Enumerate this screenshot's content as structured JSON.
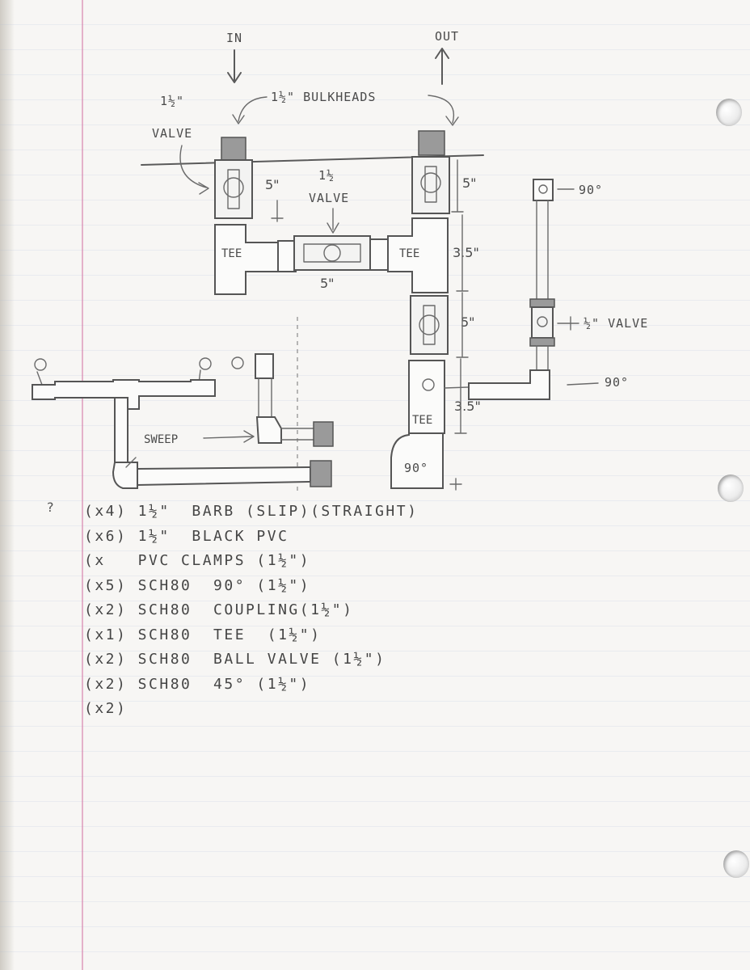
{
  "labels": {
    "in": "IN",
    "out": "OUT",
    "bulkheads": "1½\" BULKHEADS",
    "valve_left": "1½\"\nVALVE",
    "valve_center": "1½\nVALVE",
    "tee_left": "TEE",
    "tee_right": "TEE",
    "tee_lower": "TEE",
    "elbow_lower": "90°",
    "sweep": "SWEEP",
    "valve_right": "½\" VALVE",
    "elbow_top_right": "90°",
    "elbow_bottom_right": "90°"
  },
  "dimensions": {
    "left_valve": "5\"",
    "center_valve": "5\"",
    "right_top_valve": "5\"",
    "right_tee": "3.5\"",
    "right_mid_valve": "5\"",
    "right_lower_tee": "3.5\""
  },
  "question_mark": "?",
  "parts": [
    "(x4) 1½\"  BARB (SLIP)(STRAIGHT)",
    "(x6) 1½\"  BLACK PVC",
    "(x   PVC CLAMPS (1½\")",
    "(x5) SCH80  90° (1½\")",
    "(x2) SCH80  COUPLING(1½\")",
    "(x1) SCH80  TEE  (1½\")",
    "(x2) SCH80  BALL VALVE (1½\")",
    "(x2) SCH80  45° (1½\")",
    "(x2)"
  ]
}
